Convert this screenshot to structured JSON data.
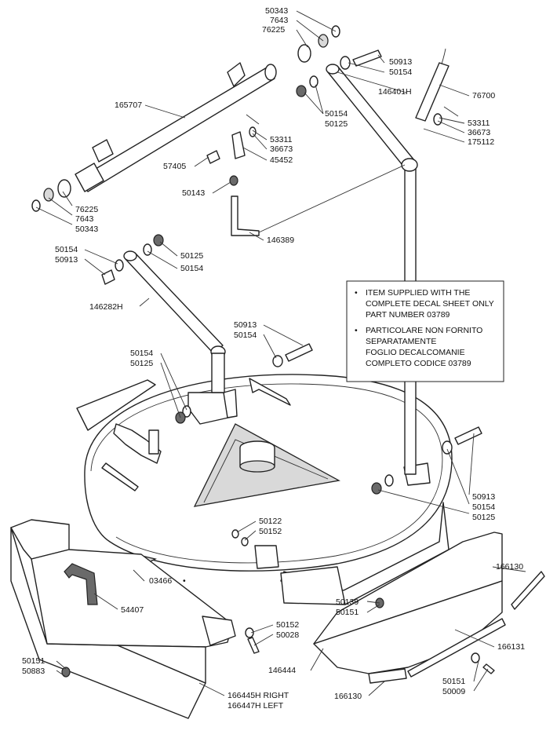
{
  "callouts": {
    "c50343_top": "50343",
    "c7643_top": "7643",
    "c76225_top": "76225",
    "c50913_top": "50913",
    "c50154_top": "50154",
    "c165707": "165707",
    "c146401H": "146401H",
    "c76700": "76700",
    "c50154_mid": "50154",
    "c50125_mid": "50125",
    "c53311_mid": "53311",
    "c36673_mid": "36673",
    "c45452": "45452",
    "c53311_right": "53311",
    "c36673_right": "36673",
    "c175112": "175112",
    "c57405": "57405",
    "c50143": "50143",
    "c76225_left": "76225",
    "c7643_left": "7643",
    "c50343_left": "50343",
    "c146389": "146389",
    "c50154_l1": "50154",
    "c50913_l1": "50913",
    "c50125_l1": "50125",
    "c50154_l2": "50154",
    "c146282H": "146282H",
    "c50913_c": "50913",
    "c50154_c": "50154",
    "c50154_d": "50154",
    "c50125_d": "50125",
    "c50913_r": "50913",
    "c50154_r": "50154",
    "c50125_r": "50125",
    "c50122": "50122",
    "c50152_c": "50152",
    "c03466": "03466",
    "c54407": "54407",
    "c166130_r": "166130",
    "c50139": "50139",
    "c50151_c": "50151",
    "c50152_b": "50152",
    "c50028": "50028",
    "c166131": "166131",
    "c50151_l": "50151",
    "c50883": "50883",
    "c146444": "146444",
    "c50151_r": "50151",
    "c50009": "50009",
    "c166130_b": "166130",
    "c166445H": "166445H RIGHT",
    "c166447H": "166447H LEFT"
  },
  "note": {
    "en_1": "ITEM SUPPLIED WITH THE",
    "en_2": "COMPLETE DECAL SHEET ONLY",
    "en_3": "PART NUMBER 03789",
    "it_1": "PARTICOLARE NON FORNITO",
    "it_2": "SEPARATAMENTE",
    "it_3": "FOGLIO DECALCOMANIE",
    "it_4": "COMPLETO CODICE 03789",
    "bullet": "•"
  },
  "decal_marker": "•"
}
